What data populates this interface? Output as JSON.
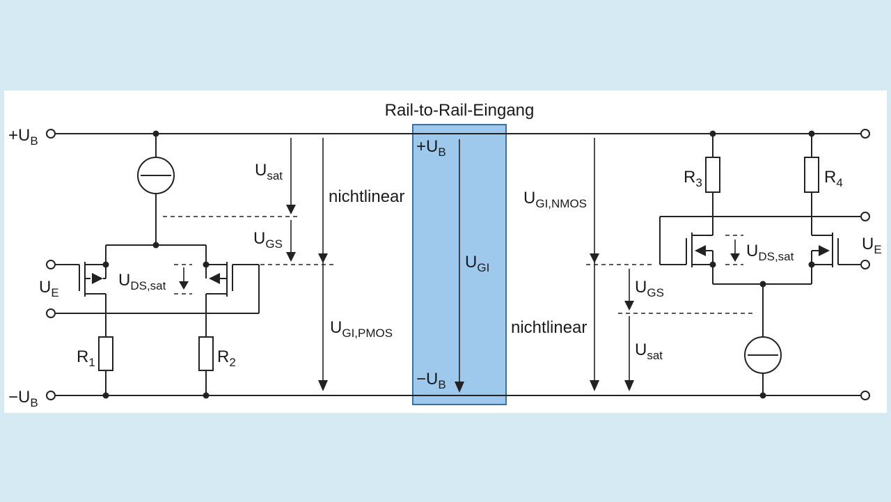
{
  "title": "Rail-to-Rail-Eingang",
  "colors": {
    "background": "#d6eaf3",
    "panel": "#ffffff",
    "band": "#9ec9ec",
    "band_border": "#3c6f9c",
    "line": "#222222"
  },
  "rails": {
    "plus": {
      "main": "+U",
      "sub": "B"
    },
    "minus": {
      "main": "−U",
      "sub": "B"
    }
  },
  "left_circuit": {
    "input": {
      "main": "U",
      "sub": "E"
    },
    "uds": {
      "main": "U",
      "sub": "DS,sat"
    },
    "r1": {
      "main": "R",
      "sub": "1"
    },
    "r2": {
      "main": "R",
      "sub": "2"
    }
  },
  "left_arrows": {
    "usat": {
      "main": "U",
      "sub": "sat"
    },
    "ugs": {
      "main": "U",
      "sub": "GS"
    },
    "nonlinear": "nichtlinear",
    "ugi_pmos": {
      "main": "U",
      "sub": "GI,PMOS"
    }
  },
  "band": {
    "top": {
      "main": "+U",
      "sub": "B"
    },
    "ugi": {
      "main": "U",
      "sub": "GI"
    },
    "bottom": {
      "main": "−U",
      "sub": "B"
    }
  },
  "right_arrows": {
    "ugi_nmos": {
      "main": "U",
      "sub": "GI,NMOS"
    },
    "nonlinear": "nichtlinear",
    "ugs": {
      "main": "U",
      "sub": "GS"
    },
    "usat": {
      "main": "U",
      "sub": "sat"
    }
  },
  "right_circuit": {
    "r3": {
      "main": "R",
      "sub": "3"
    },
    "r4": {
      "main": "R",
      "sub": "4"
    },
    "uds": {
      "main": "U",
      "sub": "DS,sat"
    },
    "output": {
      "main": "U",
      "sub": "E"
    }
  }
}
